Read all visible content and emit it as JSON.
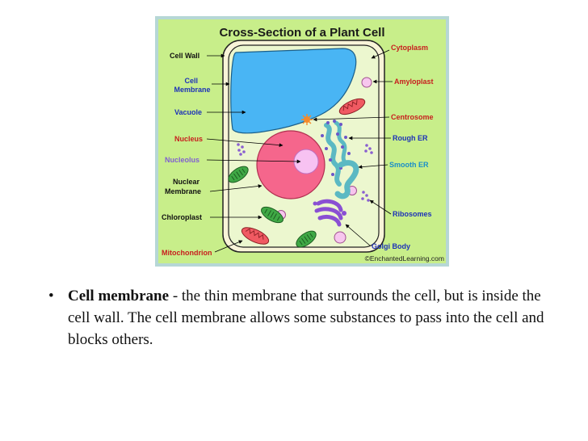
{
  "diagram": {
    "title": "Cross-Section of a Plant Cell",
    "credit": "©EnchantedLearning.com",
    "colors": {
      "background": "#c8ee8a",
      "frame": "#b6d7d6",
      "cell_wall": "#f8f4d8",
      "vacuole": "#49b5f4",
      "nucleus": "#f5668c",
      "nucleolus": "#f7c2f2",
      "chloroplast": "#3fa845",
      "mitochondrion": "#f05a62",
      "golgi": "#8a4fd3",
      "er": "#5bb9c3",
      "amyloplast": "#f7c6ee",
      "label_red": "#c81e1e",
      "label_blue": "#1d32b8",
      "label_purple": "#8060d0",
      "label_teal": "#1a8ec8",
      "label_black": "#111111"
    },
    "labels": {
      "cell_wall": "Cell Wall",
      "cell_membrane_1": "Cell",
      "cell_membrane_2": "Membrane",
      "vacuole": "Vacuole",
      "nucleus": "Nucleus",
      "nucleolus": "Nucleolus",
      "nuclear_membrane_1": "Nuclear",
      "nuclear_membrane_2": "Membrane",
      "chloroplast": "Chloroplast",
      "mitochondrion": "Mitochondrion",
      "cytoplasm": "Cytoplasm",
      "amyloplast": "Amyloplast",
      "centrosome": "Centrosome",
      "rough_er": "Rough ER",
      "smooth_er": "Smooth ER",
      "ribosomes": "Ribosomes",
      "golgi_body": "Golgi Body"
    }
  },
  "bullet": {
    "marker": "•",
    "term": "Cell membrane",
    "text": " - the thin membrane that surrounds the cell, but is inside the cell wall. The cell membrane allows some substances to pass into the cell and blocks others."
  }
}
